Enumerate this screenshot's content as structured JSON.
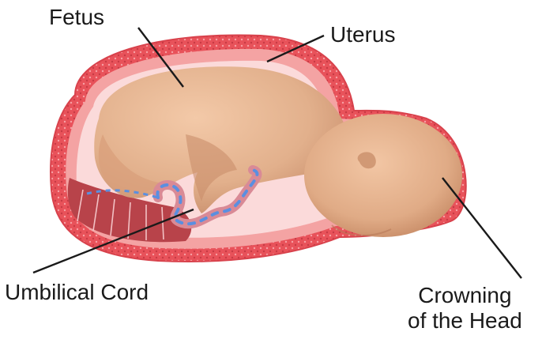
{
  "labels": {
    "fetus": "Fetus",
    "uterus": "Uterus",
    "umbilical_cord": "Umbilical Cord",
    "crowning_line1": "Crowning",
    "crowning_line2": "of the Head"
  },
  "colors": {
    "uterus_wall": "#e8525a",
    "uterus_inner": "#f4a3a3",
    "cavity": "#fbdada",
    "skin": "#e2b08c",
    "skin_shadow": "#c98e6a",
    "placenta": "#b8434a",
    "cord_pink": "#d98a96",
    "cord_blue": "#5a8fe0",
    "leader_line": "#1a1a1a"
  }
}
